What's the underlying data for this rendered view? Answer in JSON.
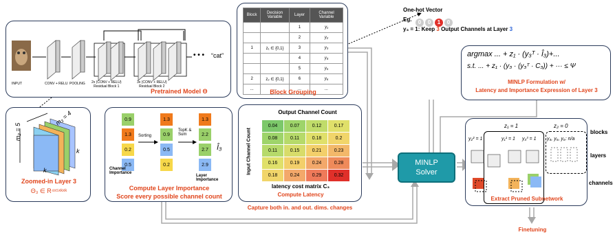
{
  "pretrained": {
    "input_label": "INPUT",
    "conv_label": "CONV + RELU",
    "pool_label": "POOLING",
    "res1_label": "2x (CONV + RELU)\nResidual Block 1",
    "res2_label": "3x (CONV + RELU)\nResidual Block 2",
    "dots": "• • •",
    "output": "“cat”",
    "caption": "Pretrained Model Θ"
  },
  "zoomed": {
    "m2": "m₂ = 5",
    "m3": "m₃ = 4",
    "k1": "k",
    "k2": "k",
    "caption": "Zoomed-in Layer 3",
    "formula": "Θ₃ ∈ R⁴ˣ⁵ˣᵏˣᵏ"
  },
  "importance": {
    "left_values": [
      "0.9",
      "1.3",
      "0.2",
      "0.5"
    ],
    "mid_values": [
      "1.3",
      "0.9",
      "0.5",
      "0.2"
    ],
    "right_values": [
      "1.3",
      "2.2",
      "2.7",
      "2.9"
    ],
    "sorting": "Sorting",
    "topk": "TopK &\nSum",
    "channel_importance": "Channel\nImportance",
    "layer_importance": "Layer\nImportance",
    "i3": "Î₃",
    "caption1": "Compute Layer Importance",
    "caption2": "Score every possible channel count"
  },
  "block_grouping": {
    "headers": [
      "Block",
      "Decision\nVariable",
      "Layer",
      "Channel\nVariable"
    ],
    "rows": [
      [
        "",
        "",
        "1",
        "y₁"
      ],
      [
        "",
        "",
        "2",
        "y₂"
      ],
      [
        "1",
        "z₁ ∈ {0,1}",
        "3",
        "y₃"
      ],
      [
        "",
        "",
        "4",
        "y₄"
      ],
      [
        "",
        "",
        "5",
        "y₅"
      ],
      [
        "2",
        "z₂ ∈ {0,1}",
        "6",
        "y₆"
      ],
      [
        "...",
        "...",
        "...",
        "..."
      ]
    ],
    "caption": "Block Grouping"
  },
  "latency": {
    "col_title": "Output Channel Count",
    "row_title": "Input Channel Count",
    "matrix": [
      [
        "0.04",
        "0.07",
        "0.12",
        "0.17"
      ],
      [
        "0.08",
        "0.11",
        "0.18",
        "0.2"
      ],
      [
        "0.11",
        "0.15",
        "0.21",
        "0.23"
      ],
      [
        "0.16",
        "0.19",
        "0.24",
        "0.28"
      ],
      [
        "0.18",
        "0.24",
        "0.29",
        "0.32"
      ]
    ],
    "matrix_label": "latency cost matrix C₃",
    "caption1": "Compute Latency",
    "caption2": "Capture both in. and out. dims. changes"
  },
  "onehot": {
    "title": "One-hot Vector",
    "eg": "Eg.",
    "bits": [
      "0",
      "0",
      "1",
      "0"
    ],
    "explain_prefix": "y₃",
    "explain_eq": " = 1: Keep ",
    "explain_three": "3",
    "explain_mid": " Output Channels at Layer ",
    "explain_layer": "3"
  },
  "minlp": {
    "line1": "argmax ... + z₁ · (y₃ᵀ · Î₃)+...",
    "line2": "s.t. ... + z₁ · (y₃ · (y₃ᵀ · C₃)) + ··· ≤ Ψ",
    "caption1": "MINLP Formulation w/",
    "caption2": "Latency and Importance Expression of Layer 3"
  },
  "solver": {
    "label": "MINLP\nSolver"
  },
  "subnet": {
    "z1": "z₁ = 1",
    "z2": "z₂ = 0",
    "y2": "y₂² = 1",
    "y1": "y₁¹ = 1",
    "y3": "y₃³ = 1",
    "y456": "y₄, y₅, y₆: n/a",
    "side_blocks": "blocks",
    "side_layers": "layers",
    "side_channels": "channels",
    "caption": "Extract Pruned Subnetwork"
  },
  "finetuning": "Finetuning",
  "colors": {
    "accent": "#e0451c",
    "solver": "#1f9aa8",
    "border": "#2a3a5a",
    "arrow": "#b0b0b0"
  }
}
